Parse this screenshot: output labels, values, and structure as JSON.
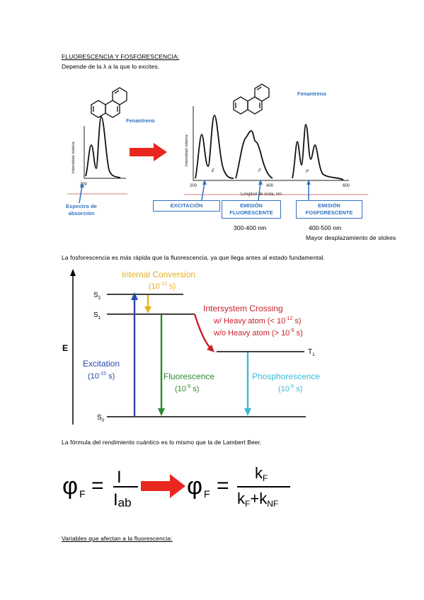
{
  "heading": "FLUORESCENCIA Y FOSFORESCENCIA:",
  "intro": "Depende de la λ a la que lo excites.",
  "spectra": {
    "molecule_left": "Fenantreno",
    "molecule_right": "Fenantreno",
    "y_axis_label": "Intensidad relativa",
    "x_axis_label": "Longitud de onda, nm",
    "left_tick": "200",
    "right_ticks": [
      "200",
      "400",
      "600"
    ],
    "peak_labels": [
      "E",
      "F",
      "P"
    ],
    "absorption_label": [
      "Espectro de",
      "absorción"
    ],
    "box_excitation": "EXCITACIÓN",
    "box_fluorescent": [
      "EMISIÓN",
      "FLUORESCENTE"
    ],
    "box_phosphorescent": [
      "EMISIÓN",
      "FOSFORESCENTE"
    ],
    "range_fluorescent": "300-400 nm",
    "range_phosphorescent": "400-500 nm",
    "stokes_note": "Mayor desplazamiento de stokes"
  },
  "phosphor_sentence": "La fosforescencia es más rápida que la fluorescencia, ya que llega antes al estado fundamental.",
  "jablonski": {
    "energy_label": "E",
    "levels": [
      "S",
      "S",
      "S",
      "T"
    ],
    "level_subs": [
      "2",
      "1",
      "0",
      "1"
    ],
    "internal_conversion": "Internal Conversion",
    "ic_time": "(10",
    "ic_exp": "-12",
    "ic_unit": " s)",
    "isc_title": "Intersystem Crossing",
    "isc_heavy": "w/ Heavy atom   (< 10",
    "isc_heavy_exp": "-12",
    "isc_light": "w/o Heavy atom (> 10",
    "isc_light_exp": "-9",
    "excitation": "Excitation",
    "exc_time": "(10",
    "exc_exp": "-15",
    "fluorescence": "Fluorescence",
    "fl_time": "(10",
    "fl_exp": "-9",
    "phosphorescence": "Phosphorescence",
    "ph_time": "(10",
    "ph_exp": "-6",
    "unit": " s)",
    "colors": {
      "excitation": "#2a48b0",
      "fluorescence": "#2e8a2e",
      "ic": "#e8b020",
      "isc": "#c8202a",
      "phosphorescence": "#3cb8d8"
    }
  },
  "formula_sentence": "La fórmula del rendimiento cuántico es lo mismo que la de Lambert Beer.",
  "formula": {
    "phi": "φ",
    "sub_f": "F",
    "eq": "=",
    "num_left": "I",
    "den_left": "I",
    "den_left_sub": "ab",
    "num_right": "k",
    "den_right_a": "k",
    "plus": "+k",
    "den_right_sub_nf": "NF"
  },
  "variables_heading": "Variables que afectan a la fluorescencia:"
}
